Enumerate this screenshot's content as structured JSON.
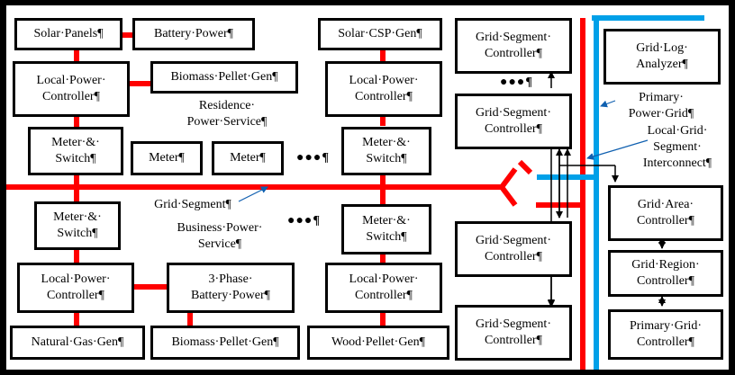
{
  "colors": {
    "power_line": "#ff0000",
    "primary_grid": "#00a0e8",
    "border": "#000000"
  },
  "boxes": {
    "solar_panels": "Solar·Panels¶",
    "battery_power": "Battery·Power¶",
    "solar_csp_gen": "Solar·CSP·Gen¶",
    "grid_segment_controller_1": "Grid·Segment·\nController¶",
    "grid_log_analyzer": "Grid·Log·\nAnalyzer¶",
    "local_power_controller_tl": "Local·Power·\nController¶",
    "biomass_pellet_gen_top": "Biomass·Pellet·Gen¶",
    "local_power_controller_tr": "Local·Power·\nController¶",
    "grid_segment_controller_2": "Grid·Segment·\nController¶",
    "meter_switch_tl": "Meter·&·\nSwitch¶",
    "meter_1": "Meter¶",
    "meter_2": "Meter¶",
    "meter_switch_tr": "Meter·&·\nSwitch¶",
    "meter_switch_bl": "Meter·&·\nSwitch¶",
    "meter_switch_br": "Meter·&·\nSwitch¶",
    "grid_segment_controller_3": "Grid·Segment·\nController¶",
    "grid_area_controller": "Grid·Area·\nController¶",
    "grid_region_controller": "Grid·Region·\nController¶",
    "local_power_controller_bl": "Local·Power·\nController¶",
    "three_phase_battery_power": "3·Phase·\nBattery·Power¶",
    "local_power_controller_br": "Local·Power·\nController¶",
    "grid_segment_controller_4": "Grid·Segment·\nController¶",
    "primary_grid_controller": "Primary·Grid·\nController¶",
    "natural_gas_gen": "Natural·Gas·Gen¶",
    "biomass_pellet_gen_bottom": "Biomass·Pellet·Gen¶",
    "wood_pellet_gen": "Wood·Pellet·Gen¶"
  },
  "labels": {
    "residence_power_service": "Residence·\nPower·Service¶",
    "grid_segment": "Grid·Segment¶",
    "business_power_service": "Business·Power·\nService¶",
    "primary_power_grid": "Primary·\nPower·Grid¶",
    "local_grid_segment_interconnect": "Local·Grid·\nSegment·\nInterconnect¶"
  },
  "ellipses": {
    "top_right": "●●●¶",
    "residence": "●●●¶",
    "business": "●●●¶"
  }
}
